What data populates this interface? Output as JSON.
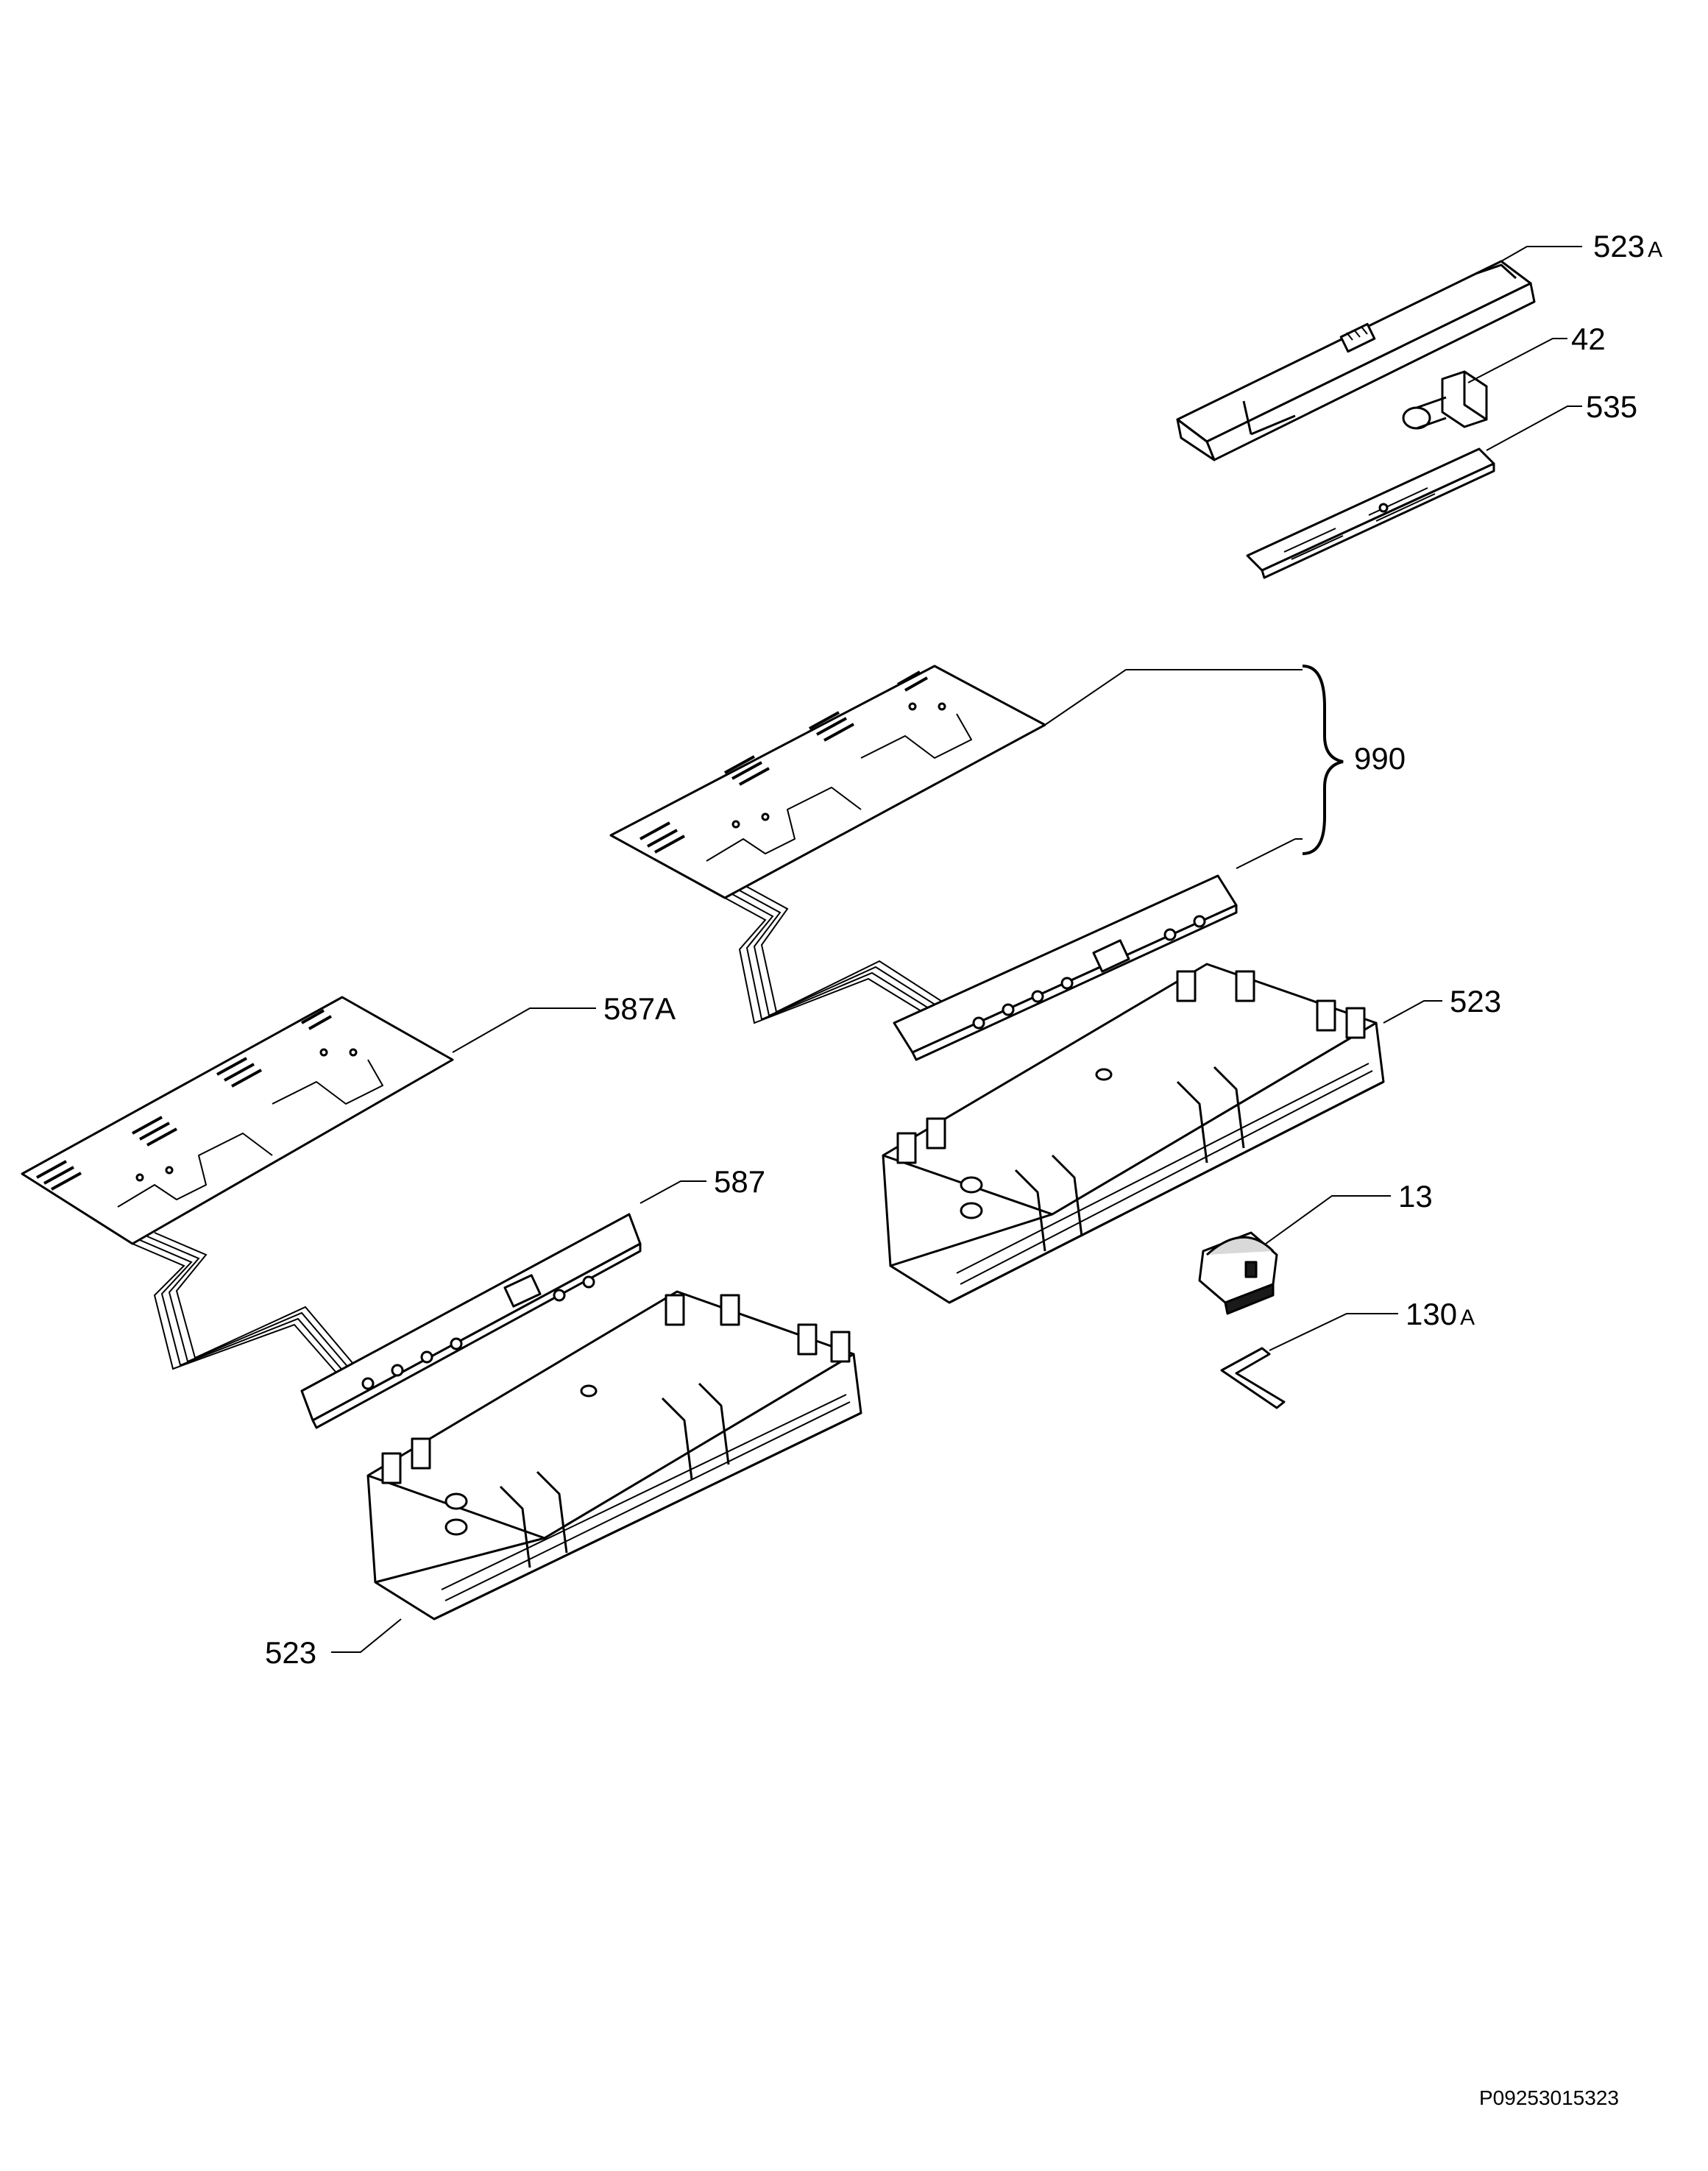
{
  "diagram": {
    "drawing_id": "P09253015323",
    "callouts": [
      {
        "id": "523A",
        "number": "523",
        "suffix": "A"
      },
      {
        "id": "42",
        "number": "42",
        "suffix": ""
      },
      {
        "id": "535",
        "number": "535",
        "suffix": ""
      },
      {
        "id": "990",
        "number": "990",
        "suffix": ""
      },
      {
        "id": "587A",
        "number": "587A",
        "suffix": ""
      },
      {
        "id": "523-right",
        "number": "523",
        "suffix": ""
      },
      {
        "id": "587",
        "number": "587",
        "suffix": ""
      },
      {
        "id": "13",
        "number": "13",
        "suffix": ""
      },
      {
        "id": "130A",
        "number": "130",
        "suffix": "A"
      },
      {
        "id": "523-left",
        "number": "523",
        "suffix": ""
      }
    ],
    "colors": {
      "line": "#000000",
      "fill": "#ffffff",
      "shade": "#d9d9d9",
      "dark": "#1a1a1a"
    }
  }
}
